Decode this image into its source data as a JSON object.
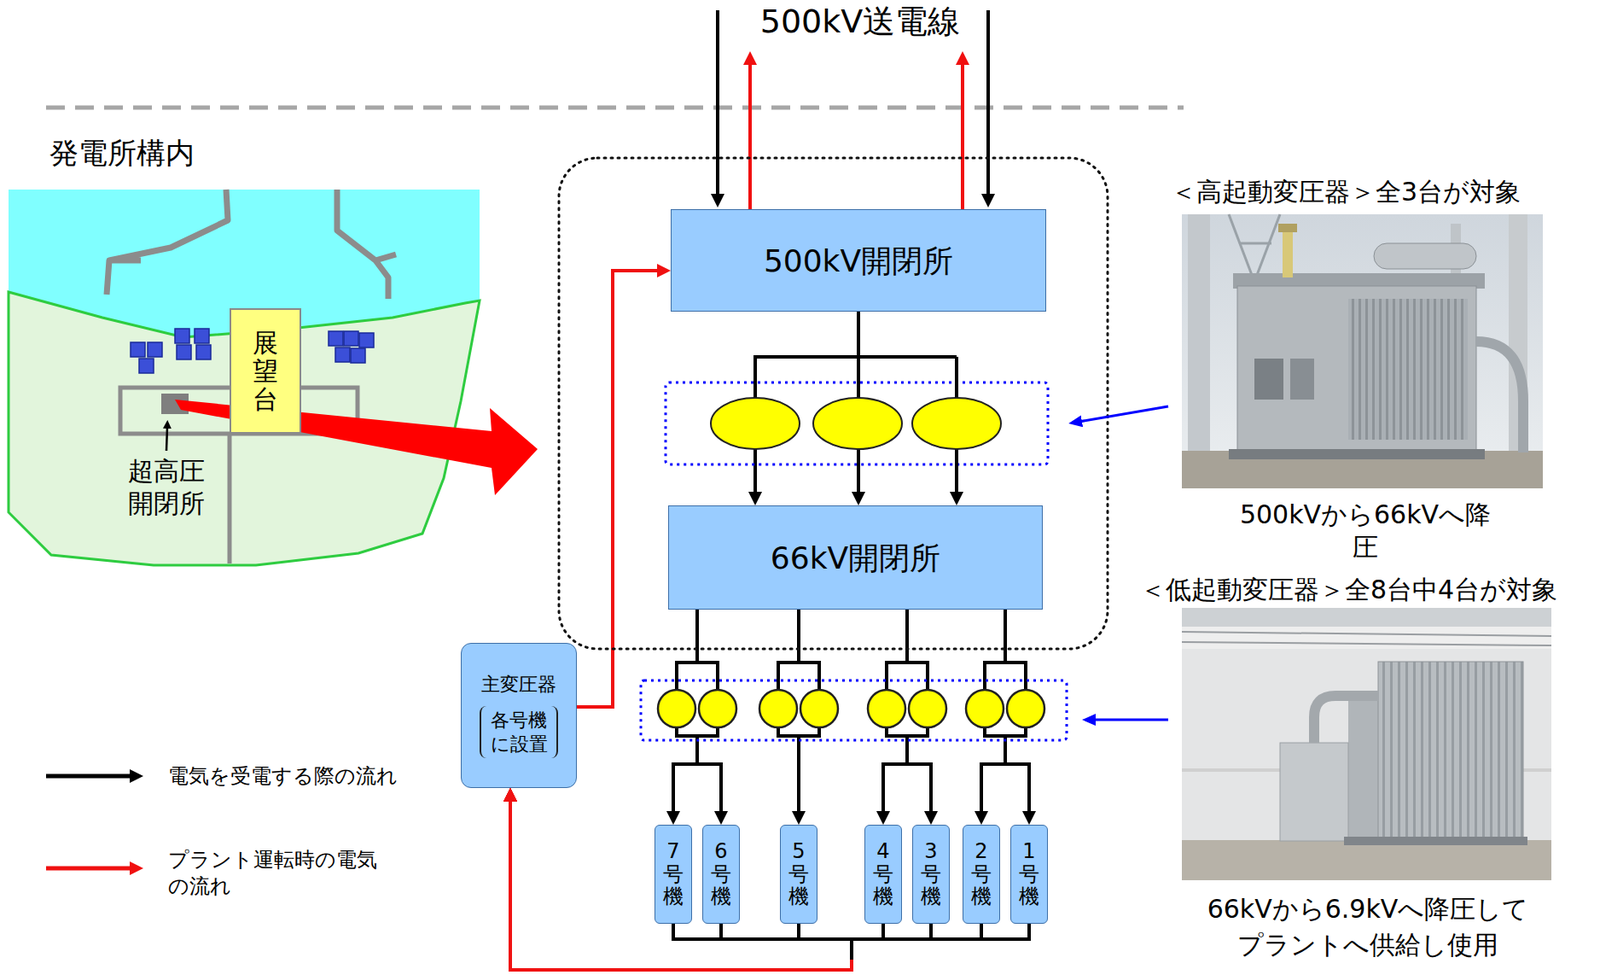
{
  "diagram": {
    "nodes": [
      {
        "text": [
          "展望台"
        ]
      },
      {
        "text": [
          "500kV開閉所"
        ]
      },
      {
        "text": [
          "66kV開閉所"
        ]
      },
      {
        "text": [
          "主変圧器",
          "各号機 に設置"
        ]
      },
      {
        "text": [
          "7号機"
        ]
      },
      {
        "text": [
          "6号機"
        ]
      },
      {
        "text": [
          "5号機"
        ]
      },
      {
        "text": [
          "4号機"
        ]
      },
      {
        "text": [
          "3号機"
        ]
      },
      {
        "text": [
          "2号機"
        ]
      },
      {
        "text": [
          "1号機"
        ]
      }
    ],
    "edges": [
      {
        "from": 1,
        "to": 2,
        "arrow": "to"
      },
      {
        "from": 2,
        "to": 4,
        "arrow": "to"
      },
      {
        "from": 2,
        "to": 5,
        "arrow": "to"
      },
      {
        "from": 2,
        "to": 6,
        "arrow": "to"
      },
      {
        "from": 2,
        "to": 7,
        "arrow": "to"
      },
      {
        "from": 2,
        "to": 8,
        "arrow": "to"
      },
      {
        "from": 2,
        "to": 9,
        "arrow": "to"
      },
      {
        "from": 2,
        "to": 10,
        "arrow": "to"
      },
      {
        "from": 4,
        "to": 3,
        "arrow": "to"
      },
      {
        "from": 5,
        "to": 3,
        "arrow": "to"
      },
      {
        "from": 6,
        "to": 3,
        "arrow": "to"
      },
      {
        "from": 7,
        "to": 3,
        "arrow": "to"
      },
      {
        "from": 8,
        "to": 3,
        "arrow": "to"
      },
      {
        "from": 9,
        "to": 3,
        "arrow": "to"
      },
      {
        "from": 10,
        "to": 3,
        "arrow": "to"
      },
      {
        "from": 3,
        "to": 1,
        "arrow": "to"
      }
    ],
    "labels": [
      "500kV送電線",
      "発電所構内",
      "超高圧 開閉所",
      "＜高起動変圧器＞全3台が対象",
      "500kVから66kVへ降圧",
      "＜低起動変圧器＞全8台中4台が対象",
      "66kVから6.9kVへ降圧して プラントへ供給し使用"
    ],
    "legend": [
      {
        "text": "電気を受電する際の流れ"
      },
      {
        "text": "プラント運転時の電気 の流れ"
      }
    ]
  }
}
